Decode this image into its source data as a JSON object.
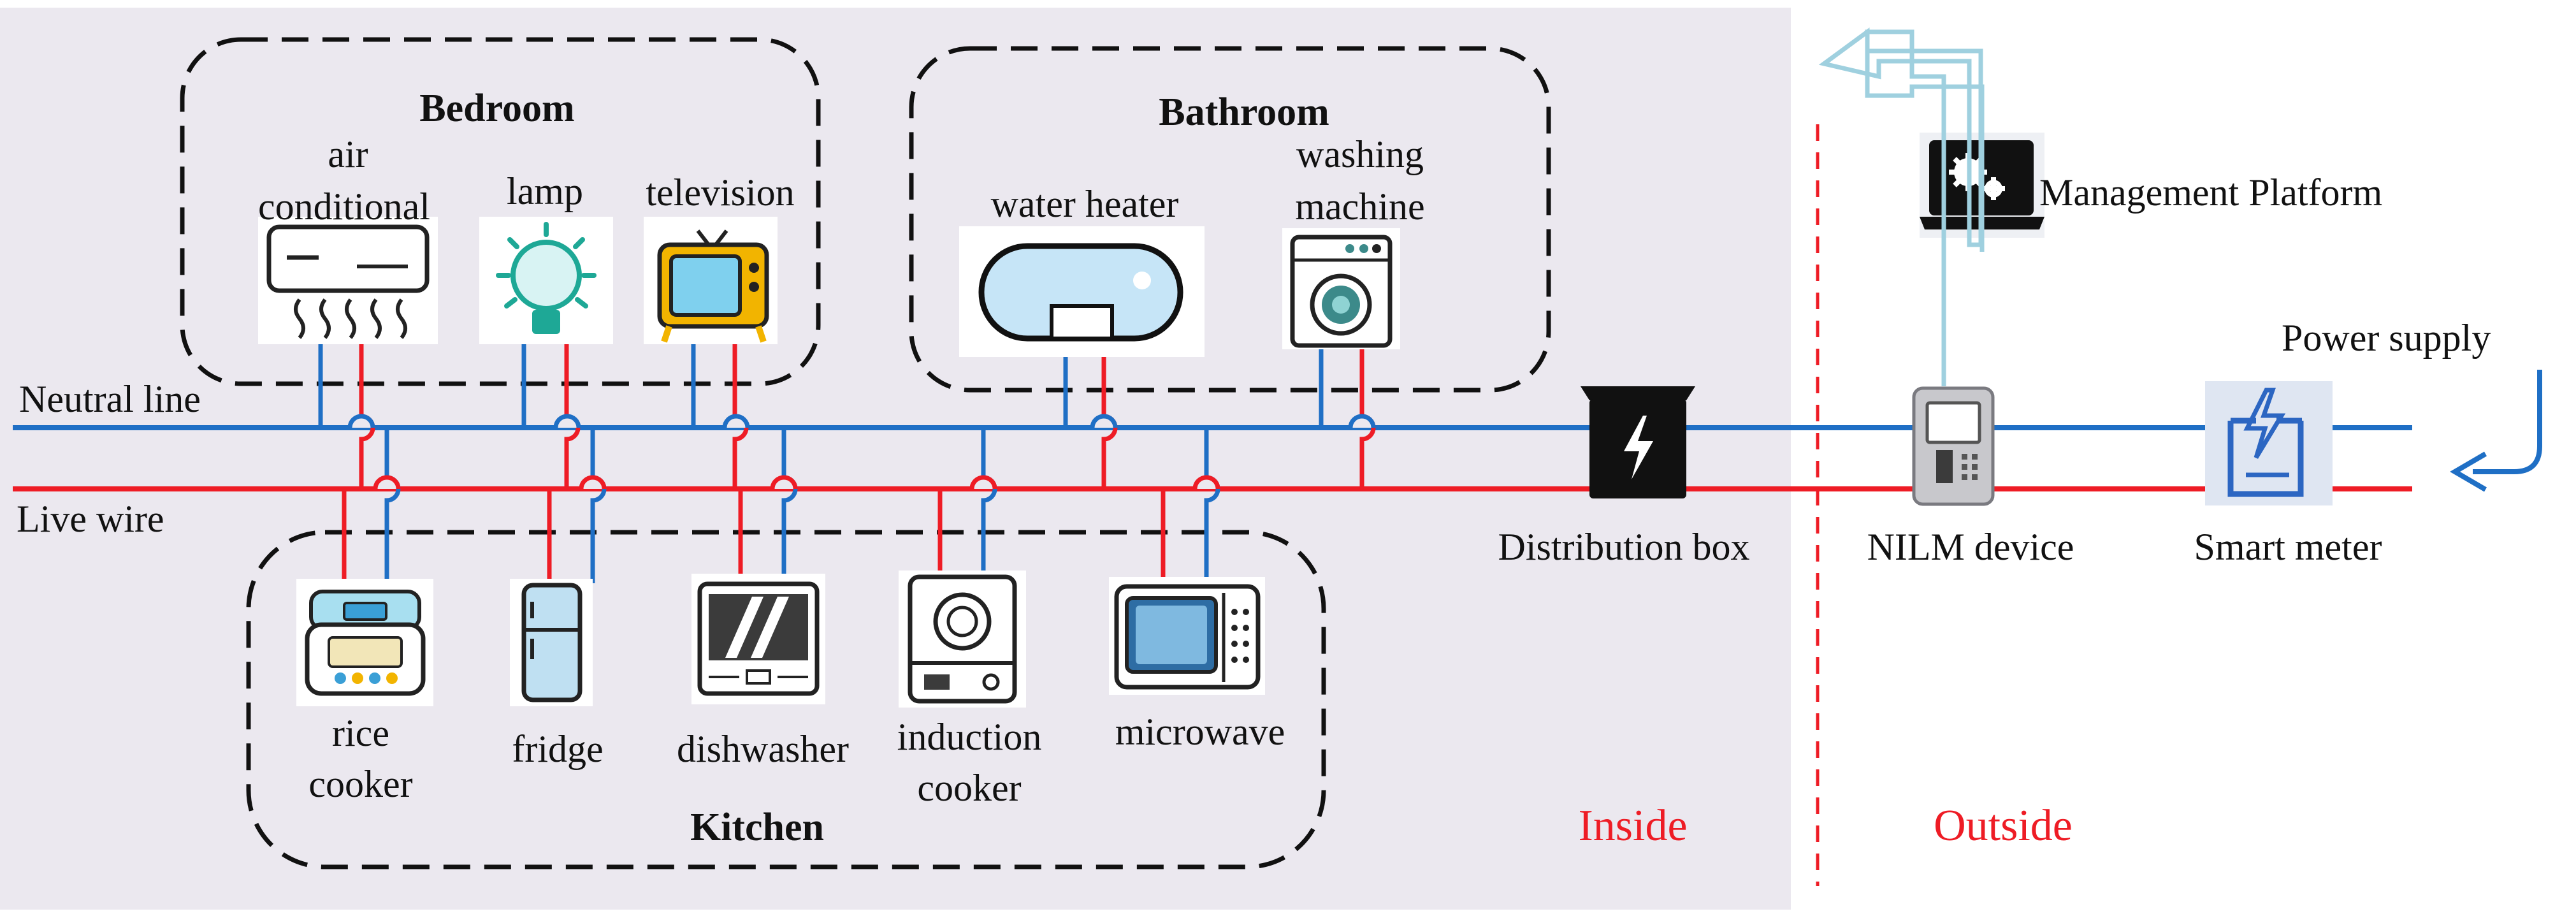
{
  "zones": {
    "bedroom": "Bedroom",
    "bathroom": "Bathroom",
    "kitchen": "Kitchen",
    "inside": "Inside",
    "outside": "Outside"
  },
  "lines": {
    "neutral": "Neutral line",
    "live": "Live wire"
  },
  "appliances": {
    "air_conditional": [
      "air",
      "conditional"
    ],
    "lamp": "lamp",
    "television": "television",
    "water_heater": "water heater",
    "washing_machine": [
      "washing",
      "machine"
    ],
    "rice_cooker": [
      "rice",
      "cooker"
    ],
    "fridge": "fridge",
    "dishwasher": "dishwasher",
    "induction_cooker": [
      "induction",
      "cooker"
    ],
    "microwave": "microwave"
  },
  "devices": {
    "distribution_box": "Distribution box",
    "nilm_device": "NILM device",
    "smart_meter": "Smart meter",
    "management_platform": "Management Platform",
    "power_supply": "Power supply"
  },
  "colors": {
    "neutral_line": "#1f6fc5",
    "live_wire": "#ee1c25",
    "inside_bg": "#ebe8ef",
    "data_arrow": "#9fd0df"
  }
}
